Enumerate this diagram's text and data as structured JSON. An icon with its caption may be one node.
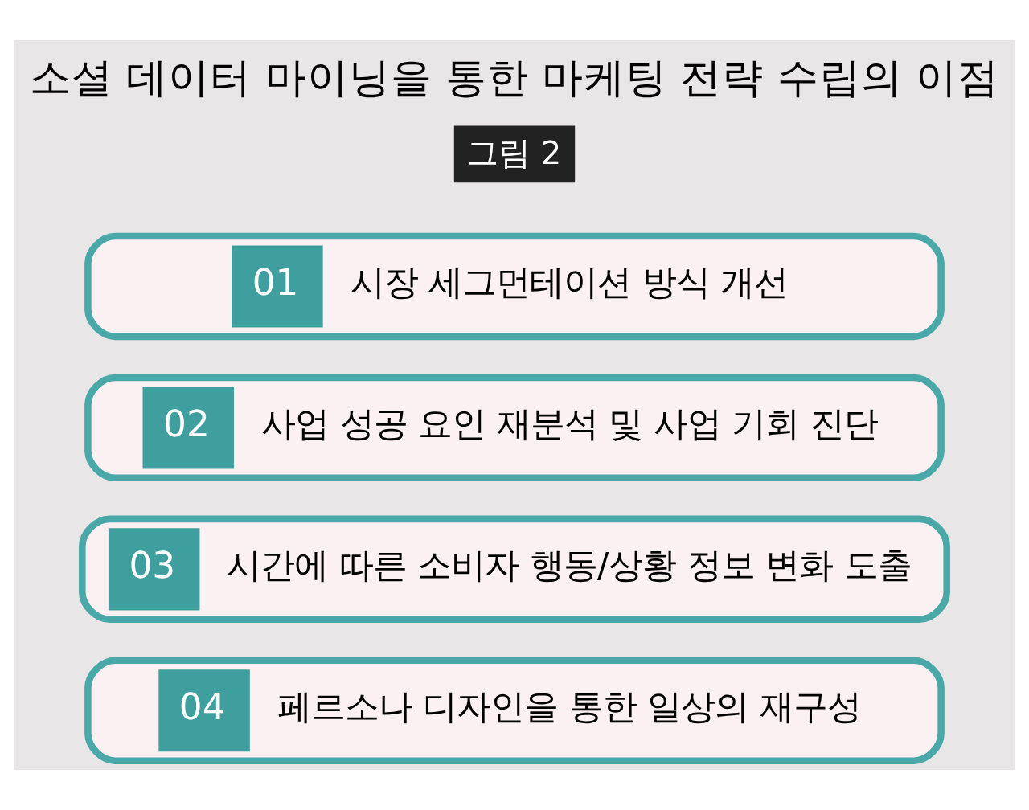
{
  "diagram": {
    "title": "소셜 데이터 마이닝을 통한 마케팅 전략 수립의 이점",
    "nodes": [
      {
        "text": [
          "01",
          "시장 세그먼테이션 방식 개선"
        ]
      },
      {
        "text": [
          "02",
          "사업 성공 요인 재분석 및 사업 기회 진단"
        ]
      },
      {
        "text": [
          "03",
          "시간에 따른 소비자 행동/상황 정보 변화 도출"
        ]
      },
      {
        "text": [
          "04",
          "페르소나 디자인을 통한 일상의 재구성"
        ]
      }
    ],
    "labels": [
      "그림 2"
    ]
  }
}
